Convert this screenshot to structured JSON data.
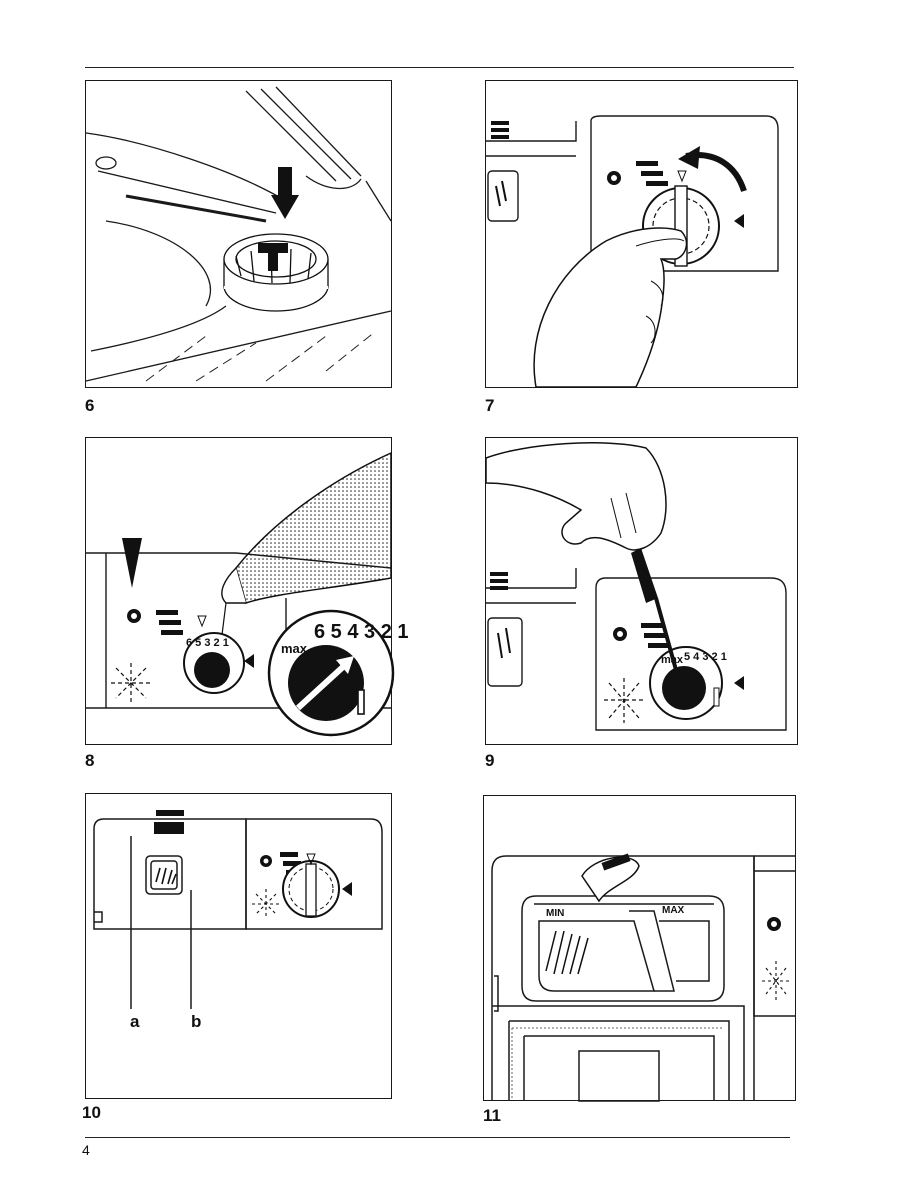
{
  "figures": [
    {
      "id": "6",
      "number": "6",
      "icon": "dishwasher-filter-illustration"
    },
    {
      "id": "7",
      "number": "7",
      "icon": "rinse-aid-cap-illustration"
    },
    {
      "id": "8",
      "number": "8",
      "icon": "rinse-aid-filling-illustration"
    },
    {
      "id": "9",
      "number": "9",
      "icon": "dosage-selector-screwdriver-illustration"
    },
    {
      "id": "10",
      "number": "10",
      "icon": "detergent-dispenser-closed-illustration"
    },
    {
      "id": "11",
      "number": "11",
      "icon": "detergent-dispenser-open-illustration"
    }
  ],
  "fig8": {
    "dial_max": "max",
    "dial_scale": "6 5 4 3 2 1",
    "dial_small": "6 5 3 2 1"
  },
  "fig9": {
    "dial_scale": "5 4 3 2 1",
    "dial_max": "max"
  },
  "fig10": {
    "label_a": "a",
    "label_b": "b"
  },
  "fig11": {
    "min_label": "MIN",
    "max_label": "MAX"
  },
  "page_number": "4"
}
